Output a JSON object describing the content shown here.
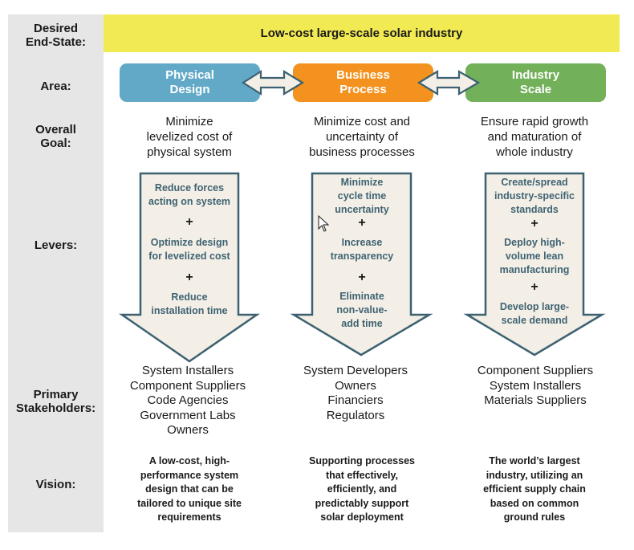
{
  "row_labels": {
    "end_state": [
      "Desired",
      "End-State:"
    ],
    "area": "Area:",
    "goal": [
      "Overall",
      "Goal:"
    ],
    "levers": "Levers:",
    "stakeholders": [
      "Primary",
      "Stakeholders:"
    ],
    "vision": "Vision:"
  },
  "end_state": "Low-cost large-scale solar industry",
  "colors": {
    "physical": "#62a9c8",
    "business": "#f3921e",
    "industry": "#73b05a",
    "end_state_bg": "#f1ea52",
    "arrow_fill": "#f3efe6",
    "arrow_stroke": "#3d6171",
    "sidebar": "#e6e6e6"
  },
  "columns": [
    {
      "area": [
        "Physical",
        "Design"
      ],
      "goal": [
        "Minimize",
        "levelized cost of",
        "physical system"
      ],
      "levers": [
        [
          "Reduce forces",
          "acting on system"
        ],
        [
          "Optimize design",
          "for levelized cost"
        ],
        [
          "Reduce",
          "installation time"
        ]
      ],
      "stakeholders": [
        "System Installers",
        "Component Suppliers",
        "Code Agencies",
        "Government Labs",
        "Owners"
      ],
      "vision": [
        "A low-cost, high-",
        "performance system",
        "design that can be",
        "tailored to unique site",
        "requirements"
      ]
    },
    {
      "area": [
        "Business",
        "Process"
      ],
      "goal": [
        "Minimize cost and",
        "uncertainty of",
        "business processes"
      ],
      "levers": [
        [
          "Minimize",
          "cycle time",
          "uncertainty"
        ],
        [
          "Increase",
          "transparency"
        ],
        [
          "Eliminate",
          "non-value-",
          "add time"
        ]
      ],
      "stakeholders": [
        "System Developers",
        "Owners",
        "Financiers",
        "Regulators"
      ],
      "vision": [
        "Supporting processes",
        "that effectively,",
        "efficiently, and",
        "predictably support",
        "solar deployment"
      ]
    },
    {
      "area": [
        "Industry",
        "Scale"
      ],
      "goal": [
        "Ensure rapid growth",
        "and maturation of",
        "whole industry"
      ],
      "levers": [
        [
          "Create/spread",
          "industry-specific",
          "standards"
        ],
        [
          "Deploy high-",
          "volume lean",
          "manufacturing"
        ],
        [
          "Develop large-",
          "scale demand"
        ]
      ],
      "stakeholders": [
        "Component Suppliers",
        "System Installers",
        "Materials Suppliers"
      ],
      "vision": [
        "The world’s largest",
        "industry, utilizing an",
        "efficient supply chain",
        "based on common",
        "ground rules"
      ]
    }
  ],
  "plus_sign": "+",
  "connector_icon": "double-headed-arrow-icon",
  "cursor_icon": "mouse-pointer-icon"
}
